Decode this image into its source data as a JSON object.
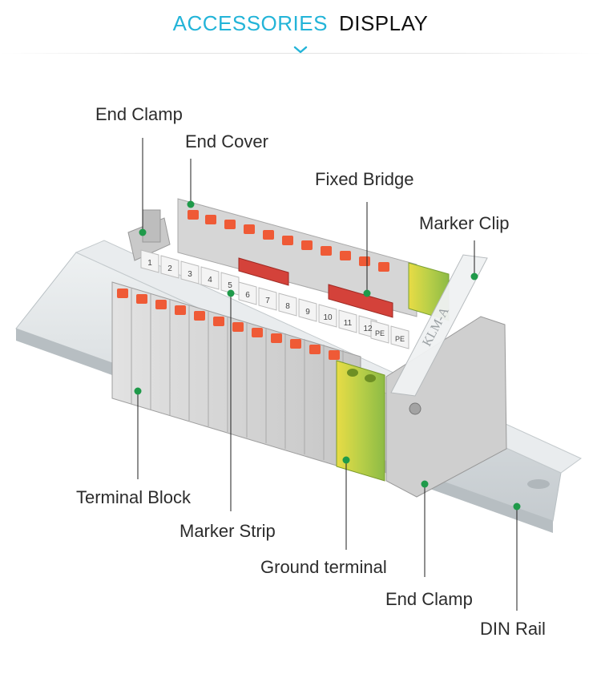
{
  "header": {
    "title_accent": "ACCESSORIES",
    "title_main": "DISPLAY",
    "accent_color": "#23b4d8",
    "chevron_icon": "chevron-down-icon"
  },
  "callouts": {
    "end_clamp_top": "End Clamp",
    "end_cover": "End Cover",
    "fixed_bridge": "Fixed Bridge",
    "marker_clip": "Marker Clip",
    "terminal_block": "Terminal Block",
    "marker_strip": "Marker Strip",
    "ground_terminal": "Ground terminal",
    "end_clamp_bottom": "End Clamp",
    "din_rail": "DIN Rail"
  },
  "markers_back": [
    "1",
    "2",
    "3",
    "4",
    "5"
  ],
  "markers_front": [
    "6",
    "7",
    "8",
    "9",
    "10",
    "11",
    "12",
    "PE",
    "PE"
  ],
  "marker_clip_text": "KLM-A",
  "colors": {
    "callout_dot": "#1f9a4a",
    "terminal_gray": "#cfcfcf",
    "lever_orange": "#ef5a36",
    "ground_green": "#8fc04c",
    "ground_yellow": "#e6d640",
    "bridge_red": "#d4423a",
    "rail_silver": "#d8dde0"
  }
}
